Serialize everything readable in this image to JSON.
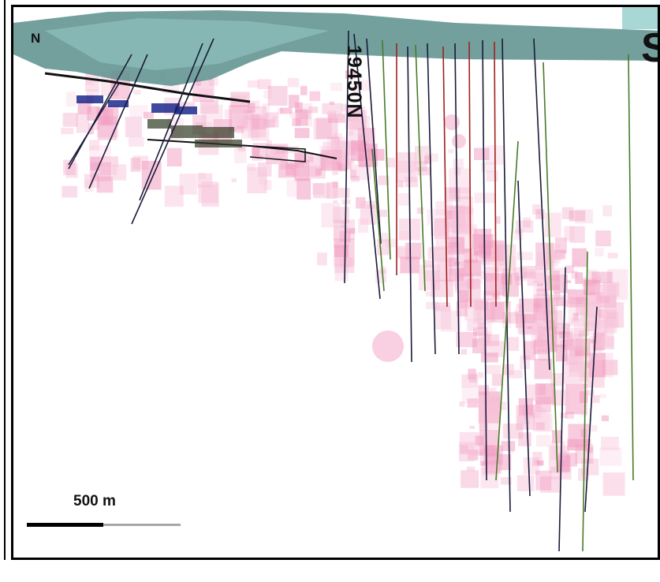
{
  "labels": {
    "north": "N",
    "south": "S",
    "section": "19450N",
    "scale": "500 m"
  },
  "colors": {
    "surface_fill": "#5a8f8c",
    "surface_light": "#9fd3d1",
    "assay_pink": "#f19cc0",
    "assay_light": "#f7c4da",
    "workings_blue": "#1c2a8c",
    "drillhole_dark": "#1a1a3a",
    "drillhole_green": "#4a7a2a",
    "drillhole_red": "#a02020"
  }
}
